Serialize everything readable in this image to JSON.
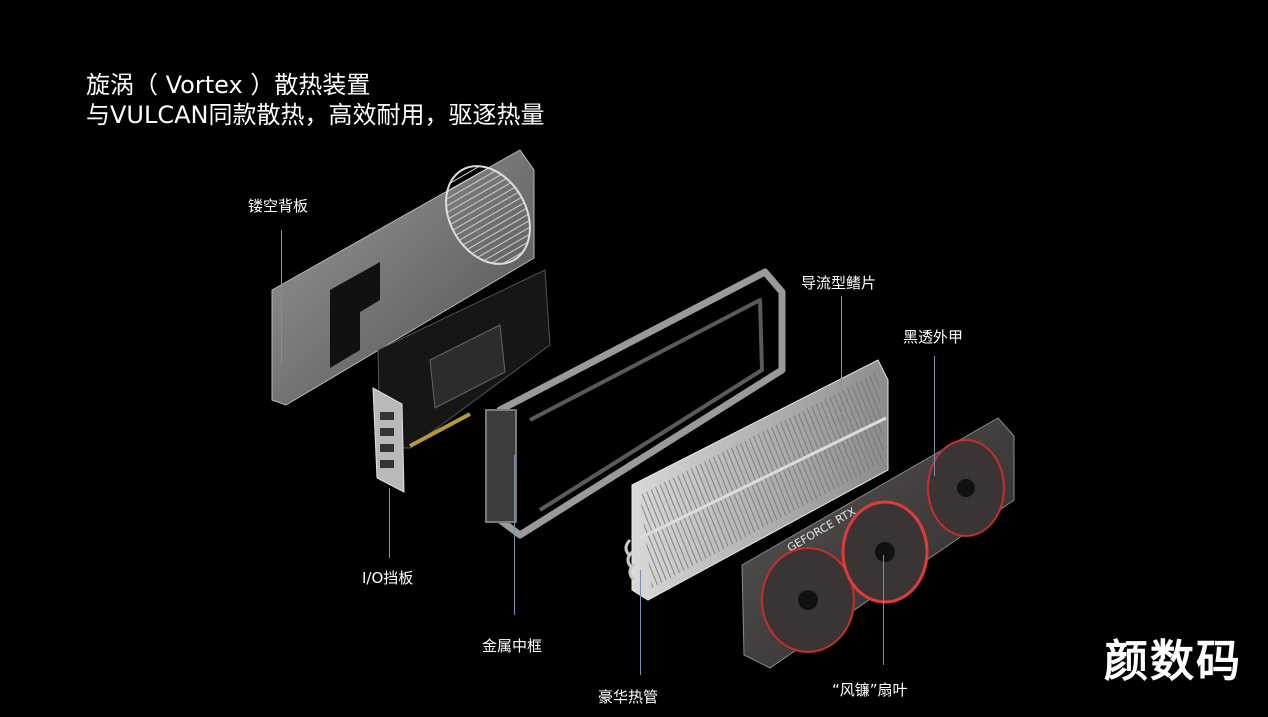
{
  "heading": {
    "line1": "旋涡（ Vortex ）散热装置",
    "line2": "与VULCAN同款散热，高效耐用，驱逐热量"
  },
  "labels": {
    "backplate": "镂空背板",
    "io_bracket": "I/O挡板",
    "metal_frame": "金属中框",
    "heatpipes": "豪华热管",
    "fins": "导流型鳍片",
    "shroud": "黑透外甲",
    "fans": "“风镰”扇叶"
  },
  "product_text": "GEFORCE RTX",
  "watermark": "颜数码"
}
